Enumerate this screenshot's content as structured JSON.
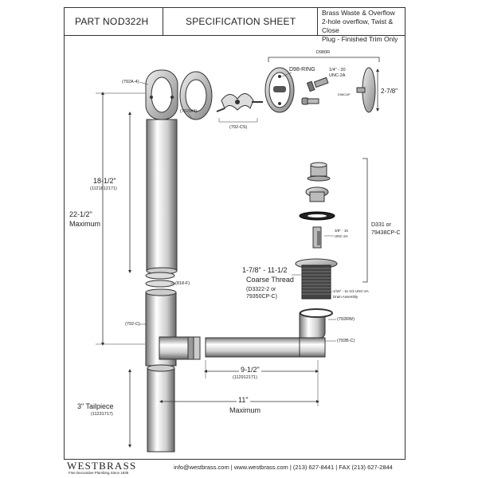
{
  "header": {
    "part_no_label": "PART NO.",
    "part_no_value": "D322H",
    "title": "SPECIFICATION SHEET",
    "description": [
      "Brass Waste & Overflow",
      "2-hole overflow, Twist & Close",
      "Plug - Finished Trim Only"
    ]
  },
  "dimensions": {
    "d_18_5": "18-1/2\"",
    "d_18_5_codes": "(1121812171)",
    "d_22_5": "22-1/2\"",
    "d_22_5_sub": "Maximum",
    "d_9_5": "9-1/2\"",
    "d_9_5_codes": "(112912171)",
    "d_11": "11\"",
    "d_11_sub": "Maximum",
    "d_3_tail": "3\" Tailpiece",
    "d_3_tail_code": "(11231717)",
    "d_2_7_8": "2-7/8\"",
    "thread_1": "1-7/8\" - 11-1/2",
    "thread_2": "Coarse Thread",
    "thread_3": "(D3322-2 or",
    "thread_4": "79350CP-C)"
  },
  "parts": {
    "p792a4": "(792A-4)",
    "p792w4": "(792W4)",
    "p792cs": "(792-CS)",
    "pd980r": "D980R",
    "pd98ring": "D98-RING",
    "pscrew1": "1/4\" - 20",
    "pscrew2": "UNC-2A",
    "pd98cap": "D98CAP",
    "pd331": "D331 or",
    "p79438": "79438CP-C",
    "pscrew3": "3/8\" - 16",
    "pscrew4": "UNC-2A",
    "pdrain1": "1-1/16\" - 11-1/2 UNC-2A",
    "pdrain2": "Drain Assembly",
    "p818f": "(818-F)",
    "p792c": "(792-C)",
    "p792rw": "(792RW)",
    "p792bc": "(792B-C)"
  },
  "footer": {
    "logo": "WESTBRASS",
    "tagline": "Fine Decorative Plumbing Since 1935",
    "contact": "info@westbrass.com | www.westbrass.com  |   (213) 627-8441   |   FAX (213) 627-2844"
  }
}
